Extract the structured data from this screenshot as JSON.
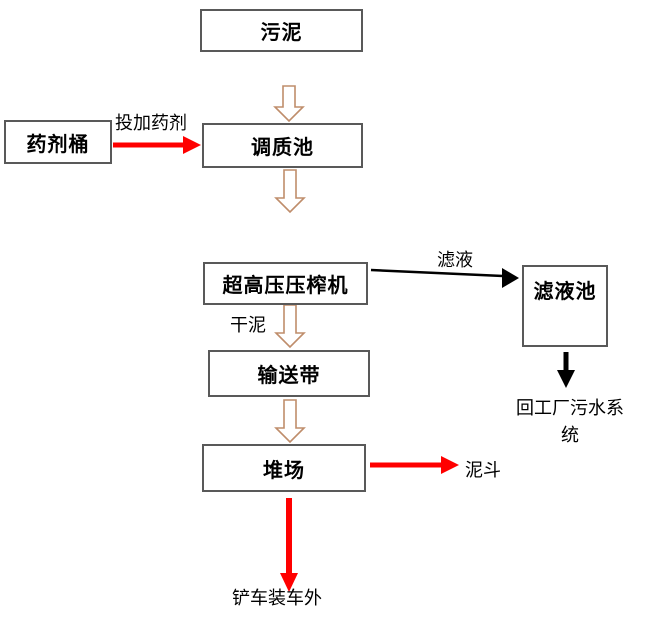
{
  "diagram": {
    "boxes": {
      "sludge": "污泥",
      "chemical_barrel": "药剂桶",
      "conditioning_tank": "调质池",
      "press": "超高压压榨机",
      "filtrate_tank": "滤液池",
      "conveyor": "输送带",
      "stockyard": "堆场"
    },
    "labels": {
      "dosing": "投加药剂",
      "filtrate": "滤液",
      "dry_mud": "干泥",
      "mud_hopper": "泥斗",
      "return_to_sewage": "回工厂污水系统",
      "loader_outside": "铲车装车外"
    },
    "colors": {
      "box_border": "#595959",
      "box_text": "#000000",
      "hollow_arrow_stroke": "#BF8D6B",
      "hollow_arrow_fill": "#FFFFFF",
      "red_arrow": "#FF0000",
      "black_arrow": "#000000"
    }
  }
}
